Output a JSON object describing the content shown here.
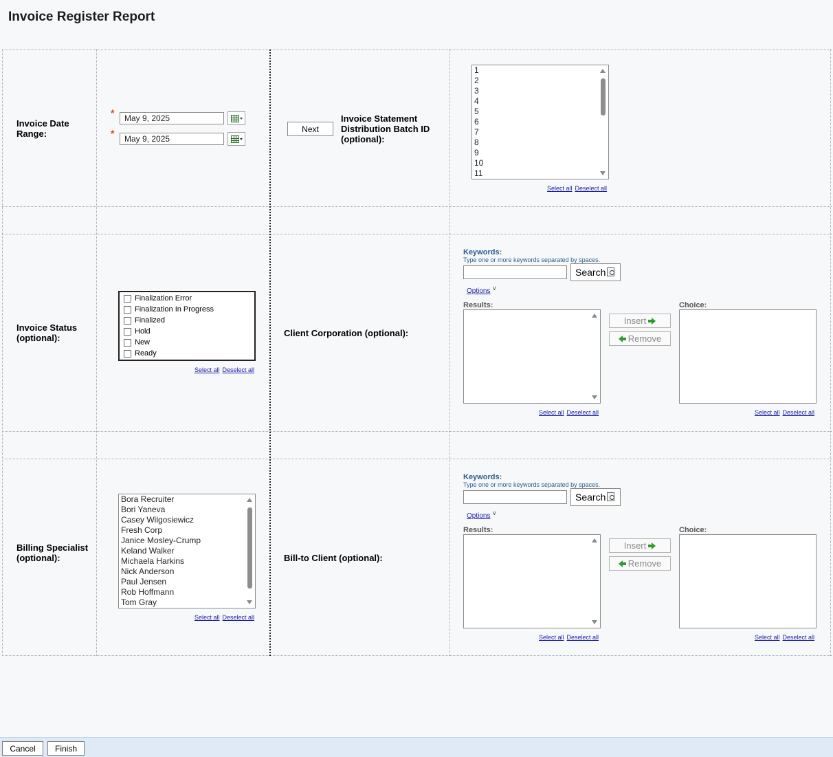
{
  "page": {
    "title": "Invoice Register Report"
  },
  "date_range": {
    "label": "Invoice Date Range:",
    "required_marker": "*",
    "start_value": "May 9, 2025",
    "end_value": "May 9, 2025"
  },
  "batch": {
    "next_label": "Next",
    "label": "Invoice Statement Distribution Batch ID (optional):",
    "items": [
      "1",
      "2",
      "3",
      "4",
      "5",
      "6",
      "7",
      "8",
      "9",
      "10",
      "11"
    ],
    "select_all": "Select all",
    "deselect_all": "Deselect all"
  },
  "status": {
    "label": "Invoice Status (optional):",
    "options": [
      "Finalization Error",
      "Finalization In Progress",
      "Finalized",
      "Hold",
      "New",
      "Ready"
    ],
    "select_all": "Select all",
    "deselect_all": "Deselect all"
  },
  "client_corp": {
    "label": "Client Corporation (optional):",
    "keywords_label": "Keywords:",
    "keywords_hint": "Type one or more keywords separated by spaces.",
    "search_label": "Search",
    "options_label": "Options",
    "results_label": "Results:",
    "choice_label": "Choice:",
    "insert_label": "Insert",
    "remove_label": "Remove",
    "select_all": "Select all",
    "deselect_all": "Deselect all"
  },
  "billing": {
    "label": "Billing Specialist (optional):",
    "items": [
      "Bora Recruiter",
      "Bori Yaneva",
      "Casey Wilgosiewicz",
      "Fresh Corp",
      "Janice Mosley-Crump",
      "Keland Walker",
      "Michaela Harkins",
      "Nick Anderson",
      "Paul Jensen",
      "Rob Hoffmann",
      "Tom Gray"
    ],
    "select_all": "Select all",
    "deselect_all": "Deselect all"
  },
  "bill_to": {
    "label": "Bill-to Client (optional):",
    "keywords_label": "Keywords:",
    "keywords_hint": "Type one or more keywords separated by spaces.",
    "search_label": "Search",
    "options_label": "Options",
    "results_label": "Results:",
    "choice_label": "Choice:",
    "insert_label": "Insert",
    "remove_label": "Remove",
    "select_all": "Select all",
    "deselect_all": "Deselect all"
  },
  "footer": {
    "cancel_label": "Cancel",
    "finish_label": "Finish"
  },
  "colors": {
    "accent_link": "#1a1aa8",
    "keyword_blue": "#2a5d8a",
    "required_orange": "#e04a00",
    "arrow_green": "#2f9a2f",
    "footer_bg": "#dfeaf6"
  }
}
